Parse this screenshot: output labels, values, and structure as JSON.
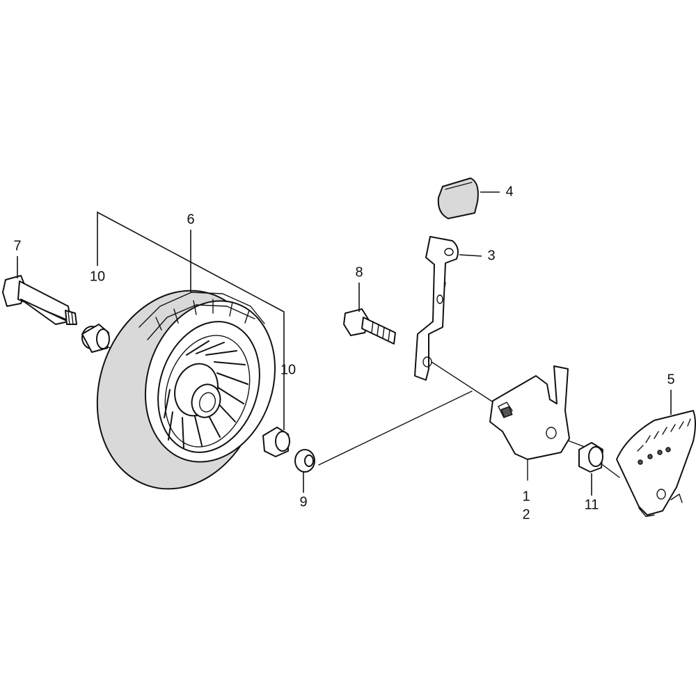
{
  "callouts": {
    "c1": "1",
    "c2": "2",
    "c3": "3",
    "c4": "4",
    "c5": "5",
    "c6": "6",
    "c7": "7",
    "c8": "8",
    "c9": "9",
    "c10a": "10",
    "c10b": "10",
    "c11": "11"
  }
}
